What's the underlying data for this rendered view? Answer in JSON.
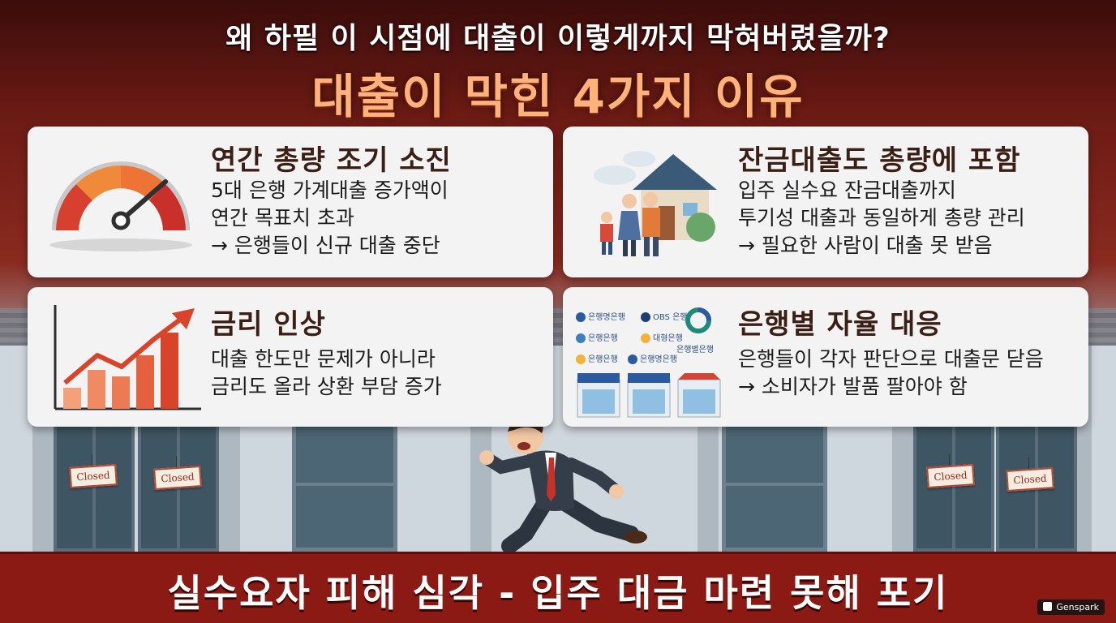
{
  "header": {
    "question": "왜 하필 이 시점에 대출이 이렇게까지 막혀버렸을까?",
    "headline": "대출이 막힌 4가지 이유"
  },
  "cards": [
    {
      "title": "연간 총량 조기 소진",
      "lines": [
        "5대 은행 가계대출 증가액이",
        "연간 목표치 초과",
        "→ 은행들이 신규 대출 중단"
      ],
      "icon": "speedometer-icon"
    },
    {
      "title": "잔금대출도 총량에 포함",
      "lines": [
        "입주 실수요 잔금대출까지",
        "투기성 대출과 동일하게 총량 관리",
        "→ 필요한 사람이 대출 못 받음"
      ],
      "icon": "family-house-icon"
    },
    {
      "title": "금리 인상",
      "lines": [
        "대출 한도만 문제가 아니라",
        "금리도 올라 상환 부담 증가"
      ],
      "icon": "rising-bar-chart-icon"
    },
    {
      "title": "은행별 자율 대응",
      "lines": [
        "은행들이 각자 판단으로 대출문 닫음",
        "→ 소비자가 발품 팔아야 함"
      ],
      "icon": "bank-logos-icon"
    }
  ],
  "bank_logos": [
    "은행명은행",
    "OBS 은행",
    "은행은행",
    "대형은행",
    "은행은행",
    "은행명은행",
    "은행별은행"
  ],
  "storefront_signs": [
    "Closed",
    "Closed",
    "Closed",
    "Closed"
  ],
  "footer": {
    "message": "실수요자 피해 심각 - 입주 대금 마련 못해 포기"
  },
  "brand": "Genspark",
  "colors": {
    "accent": "#ffb27a",
    "banner": "#8c1a14",
    "card_bg": "#f3f3f3",
    "title_text": "#3b1e14"
  }
}
